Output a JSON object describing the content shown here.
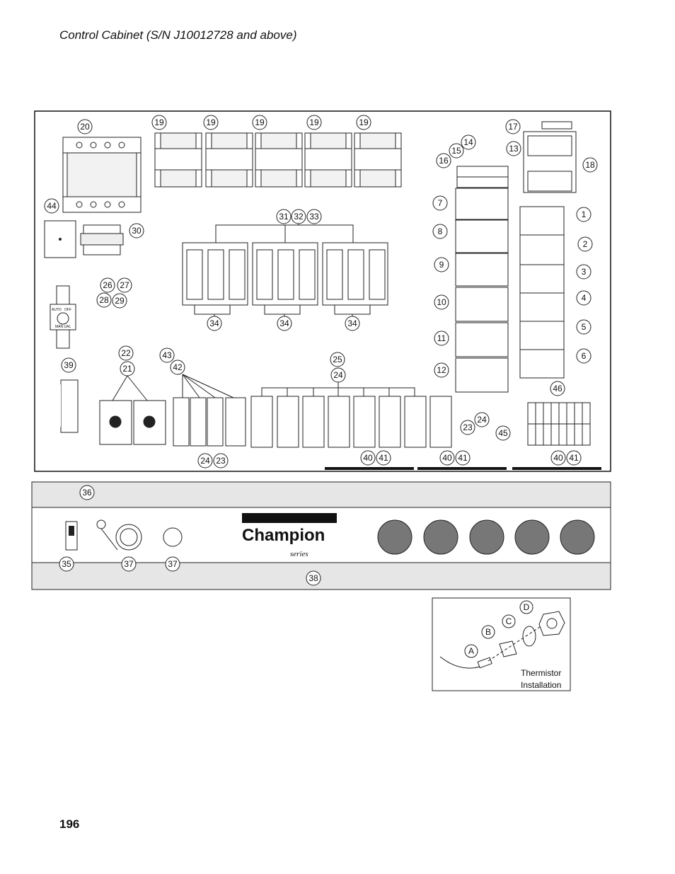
{
  "header": {
    "title": "Control Cabinet (S/N J10012728 and above)"
  },
  "footer": {
    "page_number": "196"
  },
  "callouts": {
    "c1": "1",
    "c2": "2",
    "c3": "3",
    "c4": "4",
    "c5": "5",
    "c6": "6",
    "c7": "7",
    "c8": "8",
    "c9": "9",
    "c10": "10",
    "c11": "11",
    "c12": "12",
    "c13": "13",
    "c14": "14",
    "c15": "15",
    "c16": "16",
    "c17": "17",
    "c18": "18",
    "c19": "19",
    "c20": "20",
    "c21": "21",
    "c22": "22",
    "c23": "23",
    "c24": "24",
    "c25": "25",
    "c26": "26",
    "c27": "27",
    "c28": "28",
    "c29": "29",
    "c30": "30",
    "c31": "31",
    "c32": "32",
    "c33": "33",
    "c34": "34",
    "c35": "35",
    "c36": "36",
    "c37": "37",
    "c38": "38",
    "c39": "39",
    "c40": "40",
    "c41": "41",
    "c42": "42",
    "c43": "43",
    "c44": "44",
    "c45": "45",
    "c46": "46"
  },
  "switch_labels": {
    "auto": "AUTO",
    "off": "OFF",
    "manual": "MAN UAL"
  },
  "logo": {
    "brand": "Champion",
    "series": "series"
  },
  "thermistor": {
    "title_line1": "Thermistor",
    "title_line2": "Installation",
    "parts": {
      "a": "A",
      "b": "B",
      "c": "C",
      "d": "D"
    }
  }
}
